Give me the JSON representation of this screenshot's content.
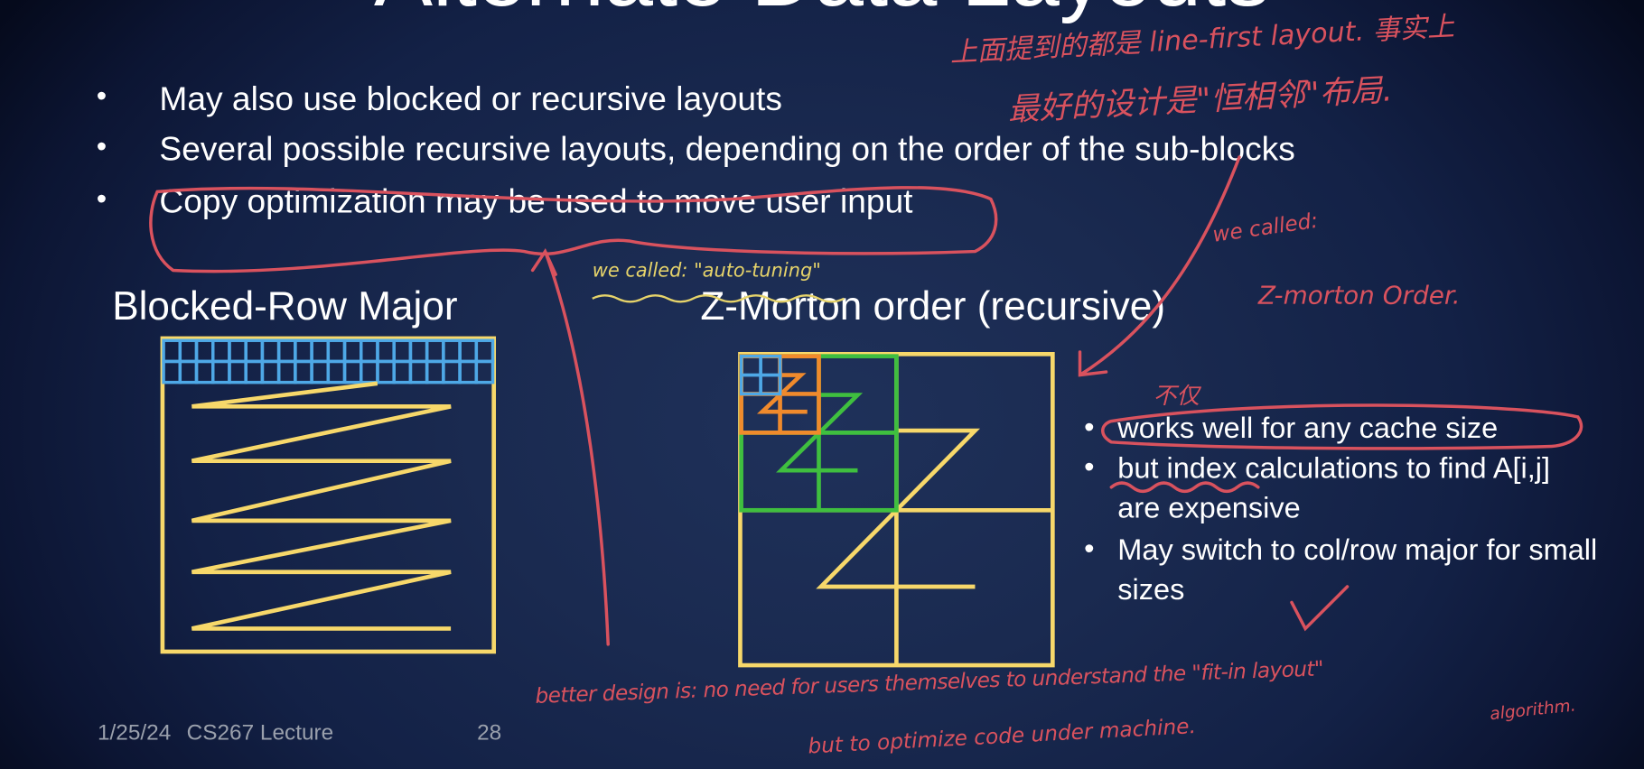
{
  "slide": {
    "title": "Alternate Data Layouts",
    "bullets": [
      "May also use blocked or recursive layouts",
      "Several possible recursive layouts, depending on the order of the sub-blocks",
      "Copy optimization may be used to move user input"
    ],
    "left_heading": "Blocked-Row Major",
    "right_heading": "Z-Morton order (recursive)",
    "right_bullets": [
      "works well for any cache size",
      "but index calculations to find A[i,j] are expensive",
      "May switch to col/row major for small sizes"
    ],
    "footer_date": "1/25/24",
    "footer_course": "CS267 Lecture",
    "page_number": "28"
  },
  "annotations": {
    "chinese_line1": "上面提到的都是 line-first layout. 事实上",
    "chinese_line2": "最好的设计是\"恒相邻\"布局.",
    "we_called_1": "we called:",
    "z_morton": "Z-morton Order.",
    "auto_tuning": "we called: \"auto-tuning\"",
    "mark": "不仅",
    "better_design": "better design is:  no need for users themselves to understand the \"fit-in layout\"",
    "algorithm": "algorithm.",
    "but_to": "but to  optimize code under machine."
  },
  "colors": {
    "yellow": "#f7d86a",
    "blue": "#4ea8e6",
    "green": "#3fbf3f",
    "orange": "#f08a2c",
    "ink_red": "#d9525e"
  }
}
